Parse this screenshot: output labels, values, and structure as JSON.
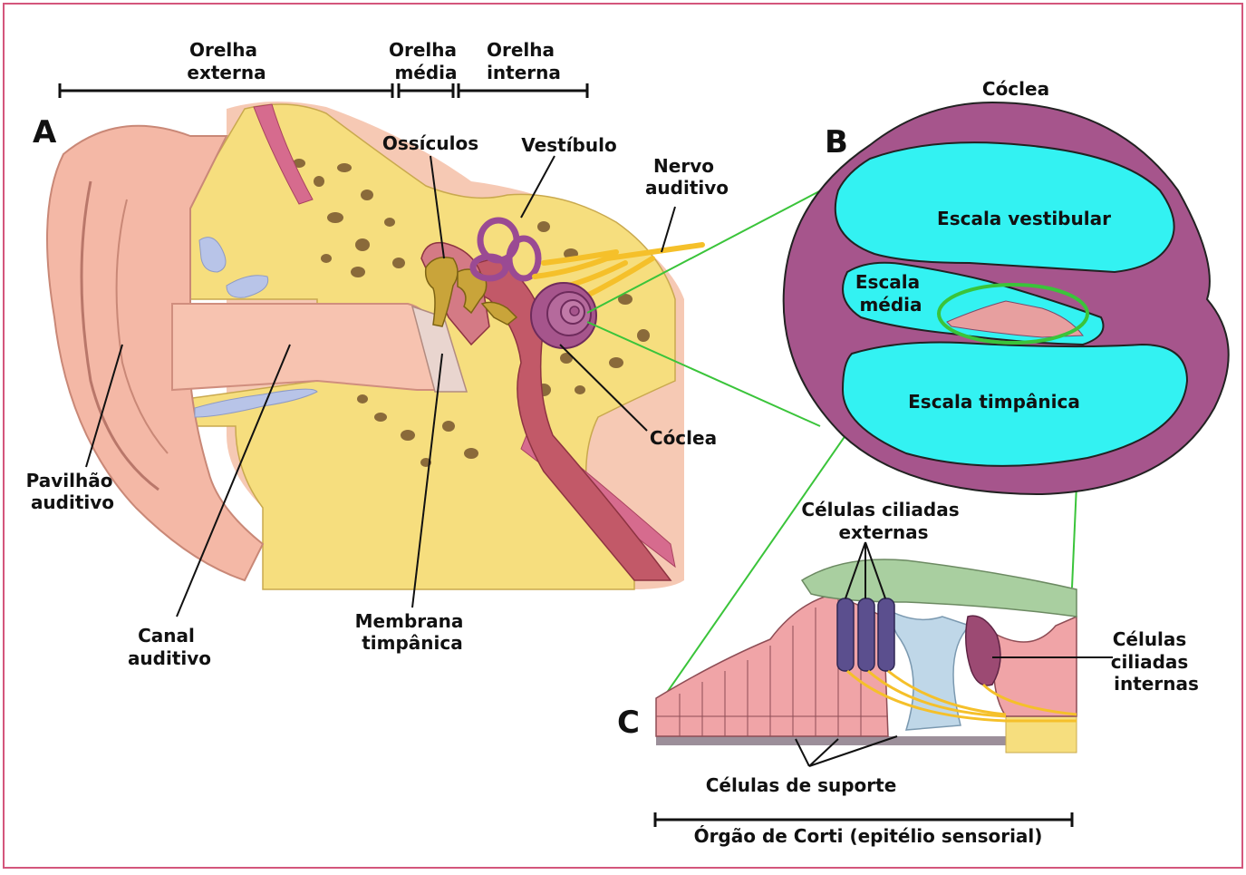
{
  "panels": {
    "a": "A",
    "b": "B",
    "c": "C"
  },
  "regions": {
    "outer": [
      "Orelha",
      "externa"
    ],
    "middle": [
      "Orelha",
      "média"
    ],
    "inner": [
      "Orelha",
      "interna"
    ]
  },
  "labels_a": {
    "ossicles": "Ossículos",
    "vestibule": [
      "Vestíbulo"
    ],
    "nerve": [
      "Nervo",
      "auditivo"
    ],
    "cochlea": "Cóclea",
    "pinna": [
      "Pavilhão",
      "auditivo"
    ],
    "canal": [
      "Canal",
      "auditivo"
    ],
    "membrane": [
      "Membrana",
      "timpânica"
    ]
  },
  "labels_b": {
    "title": "Cóclea",
    "vestibular": "Escala vestibular",
    "media": [
      "Escala",
      "média"
    ],
    "tympanic": "Escala timpânica"
  },
  "labels_c": {
    "outer_hair": [
      "Células ciliadas",
      "externas"
    ],
    "inner_hair": [
      "Células",
      "ciliadas",
      "internas"
    ],
    "support": "Células de suporte",
    "organ": "Órgão de Corti (epitélio sensorial)"
  },
  "colors": {
    "frame": "#d4567c",
    "skin": "#f4b8a6",
    "bone": "#f6de7e",
    "cochlea_wall": "#a6558c",
    "scala_fluid": "#33f2f2",
    "zoom_line": "#3ac43a",
    "tectorial": "#a9cfa0"
  }
}
